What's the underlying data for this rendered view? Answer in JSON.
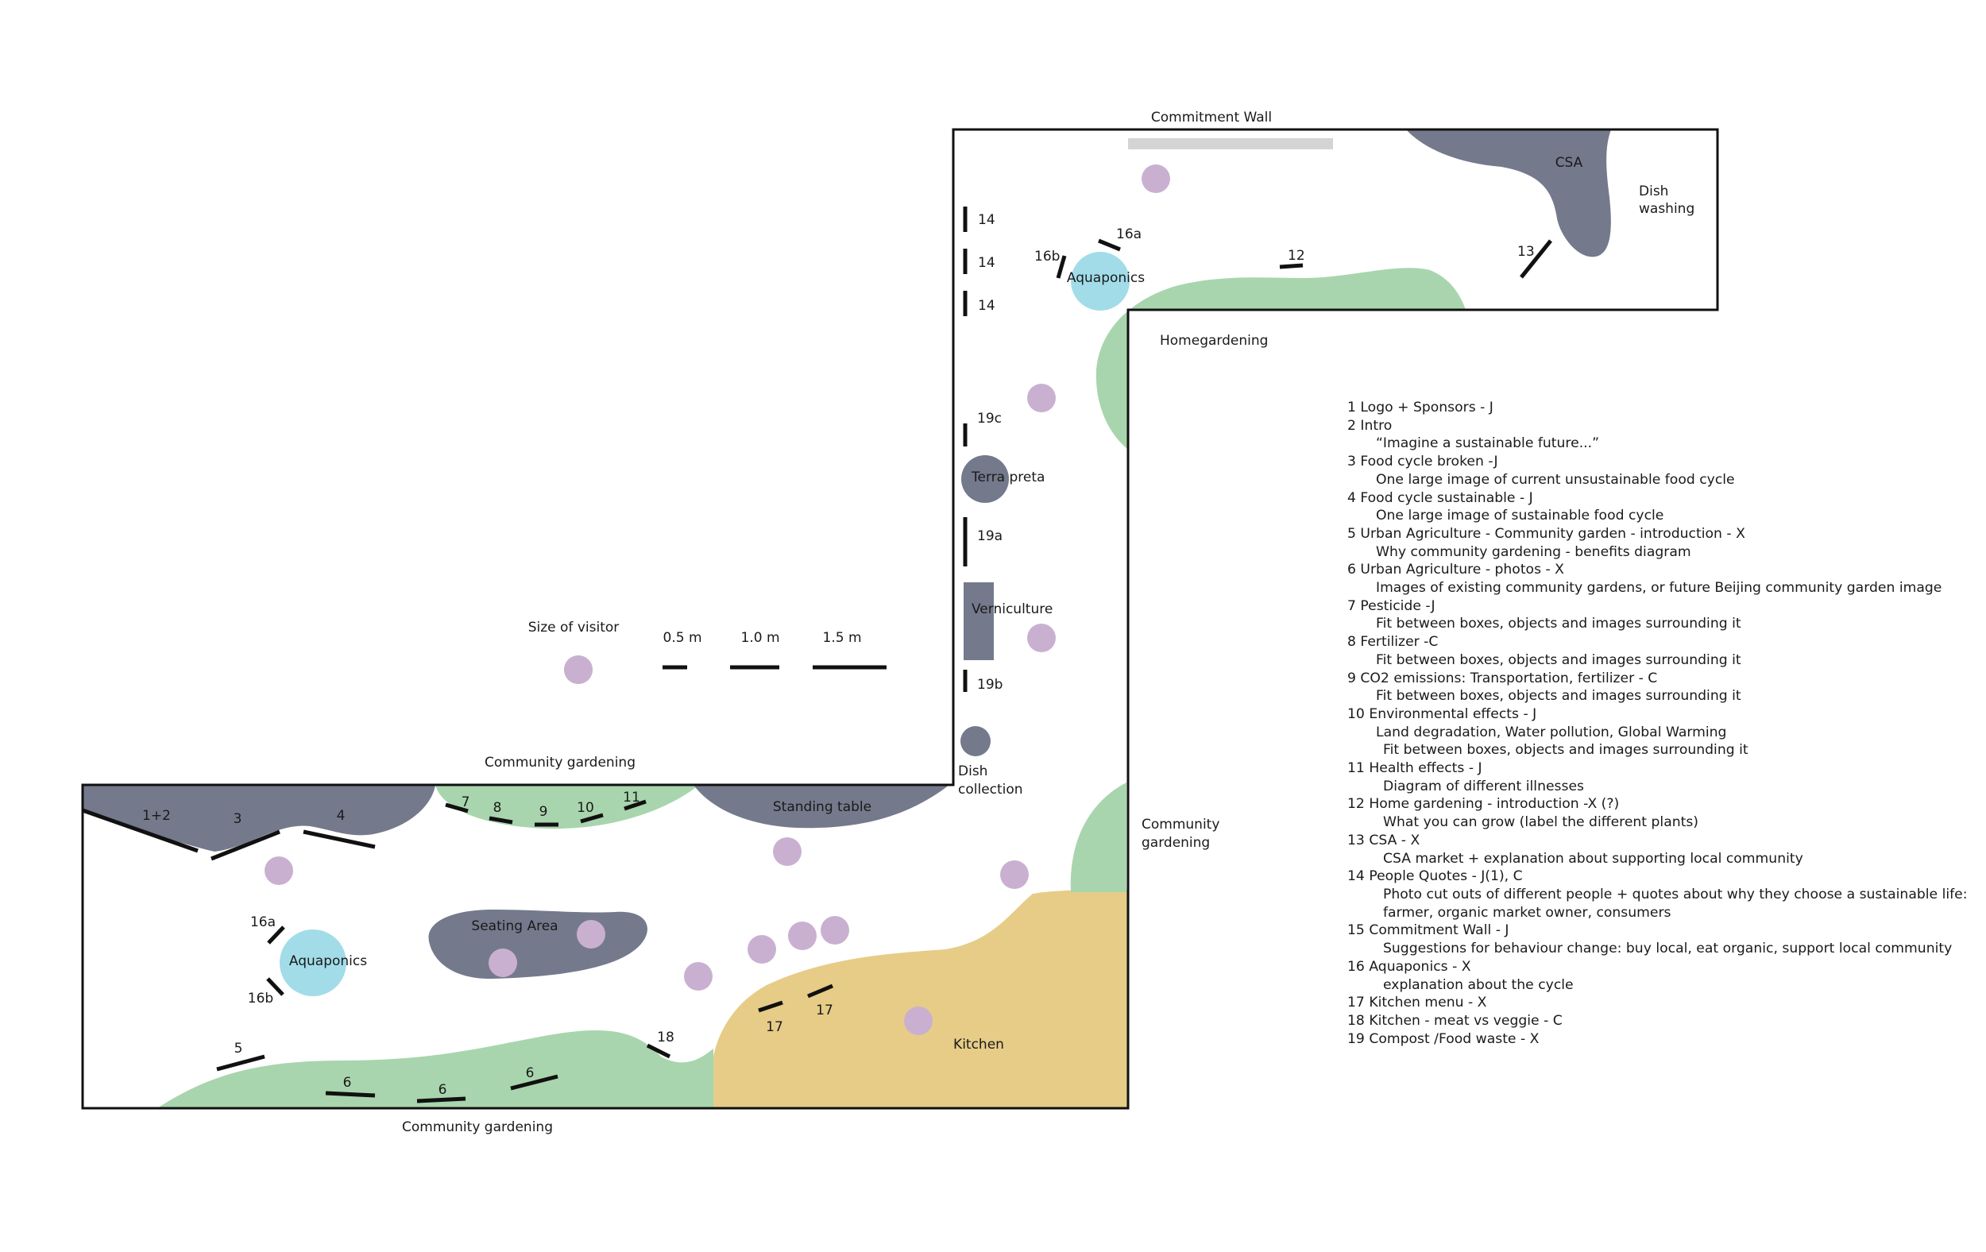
{
  "colors": {
    "slate": "#747a8c",
    "green": "#a8d5ad",
    "tan": "#e6cc87",
    "aqua": "#a2dce9",
    "visitor": "#c9b0d1",
    "wall": "#d4d4d4",
    "line": "#111111"
  },
  "zones": {
    "commitment_wall": "Commitment Wall",
    "csa": "CSA",
    "dish_washing": [
      "Dish",
      "washing"
    ],
    "homegardening": "Homegardening",
    "aquaponics_top": "Aquaponics",
    "terra_preta": "Terra preta",
    "verniculture": "Verniculture",
    "dish_collection": [
      "Dish",
      "collection"
    ],
    "community_gardening_top": "Community gardening",
    "standing_table": "Standing table",
    "community_gardening_right": [
      "Community",
      "gardening"
    ],
    "seating_area": "Seating Area",
    "aquaponics_left": "Aquaponics",
    "kitchen": "Kitchen",
    "community_gardening_bottom": "Community gardening"
  },
  "scale": {
    "title": "Size of visitor",
    "labels": [
      "0.5 m",
      "1.0 m",
      "1.5 m"
    ]
  },
  "markers": {
    "m14a": "14",
    "m14b": "14",
    "m14c": "14",
    "m16a_top": "16a",
    "m16b_top": "16b",
    "m12": "12",
    "m13": "13",
    "m19c": "19c",
    "m19a": "19a",
    "m19b": "19b",
    "m1_2": "1+2",
    "m3": "3",
    "m4": "4",
    "m7": "7",
    "m8": "8",
    "m9": "9",
    "m10": "10",
    "m11": "11",
    "m16a_left": "16a",
    "m16b_left": "16b",
    "m5": "5",
    "m6a": "6",
    "m6b": "6",
    "m6c": "6",
    "m18": "18",
    "m17a": "17",
    "m17b": "17"
  },
  "legend": [
    {
      "text": "1 Logo + Sponsors - J",
      "level": 0
    },
    {
      "text": "2 Intro",
      "level": 0
    },
    {
      "text": "“Imagine a sustainable future...”",
      "level": 1
    },
    {
      "text": "3 Food cycle broken -J",
      "level": 0
    },
    {
      "text": "One large image of current unsustainable food cycle",
      "level": 1
    },
    {
      "text": "4 Food cycle sustainable - J",
      "level": 0
    },
    {
      "text": "One large image of sustainable food cycle",
      "level": 1
    },
    {
      "text": "5 Urban Agriculture - Community garden - introduction - X",
      "level": 0
    },
    {
      "text": "Why community gardening - benefits diagram",
      "level": 1
    },
    {
      "text": "6 Urban Agriculture - photos - X",
      "level": 0
    },
    {
      "text": "Images of existing community gardens, or future Beijing community garden image",
      "level": 1
    },
    {
      "text": "7 Pesticide -J",
      "level": 0
    },
    {
      "text": "Fit between boxes, objects and images surrounding it",
      "level": 1
    },
    {
      "text": "8 Fertilizer -C",
      "level": 0
    },
    {
      "text": "Fit between boxes, objects and images surrounding it",
      "level": 1
    },
    {
      "text": "9 CO2 emissions: Transportation, fertilizer - C",
      "level": 0
    },
    {
      "text": "Fit between boxes, objects and images surrounding it",
      "level": 1
    },
    {
      "text": "10 Environmental effects - J",
      "level": 0
    },
    {
      "text": "Land degradation, Water pollution, Global Warming",
      "level": 1
    },
    {
      "text": "Fit between boxes, objects and images surrounding it",
      "level": 2
    },
    {
      "text": "11 Health effects - J",
      "level": 0
    },
    {
      "text": "Diagram of different illnesses",
      "level": 2
    },
    {
      "text": "12 Home gardening - introduction -X (?)",
      "level": 0
    },
    {
      "text": "What you can grow (label the different plants)",
      "level": 2
    },
    {
      "text": "13 CSA - X",
      "level": 0
    },
    {
      "text": "CSA market + explanation about supporting local community",
      "level": 2
    },
    {
      "text": "14 People Quotes - J(1), C",
      "level": 0
    },
    {
      "text": "Photo cut outs of different people + quotes about why they choose a sustainable life:",
      "level": 2
    },
    {
      "text": "farmer, organic market owner, consumers",
      "level": 2
    },
    {
      "text": "15 Commitment Wall - J",
      "level": 0
    },
    {
      "text": "Suggestions for behaviour change: buy local, eat organic, support local community",
      "level": 2
    },
    {
      "text": "16 Aquaponics - X",
      "level": 0
    },
    {
      "text": "explanation about the cycle",
      "level": 2
    },
    {
      "text": "17 Kitchen menu - X",
      "level": 0
    },
    {
      "text": "18 Kitchen - meat vs veggie - C",
      "level": 0
    },
    {
      "text": "19 Compost /Food waste - X",
      "level": 0
    }
  ]
}
